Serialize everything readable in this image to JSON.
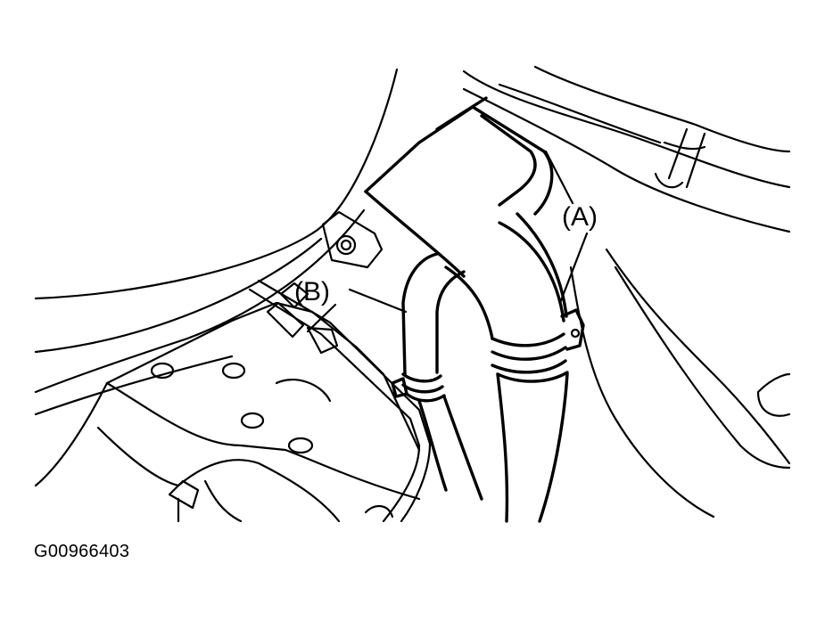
{
  "figure_id": "G00966403",
  "callouts": [
    {
      "id": "A",
      "label": "(A)",
      "refers_to": "large hose and clamp"
    },
    {
      "id": "B",
      "label": "(B)",
      "refers_to": "small hose and clamp"
    }
  ]
}
